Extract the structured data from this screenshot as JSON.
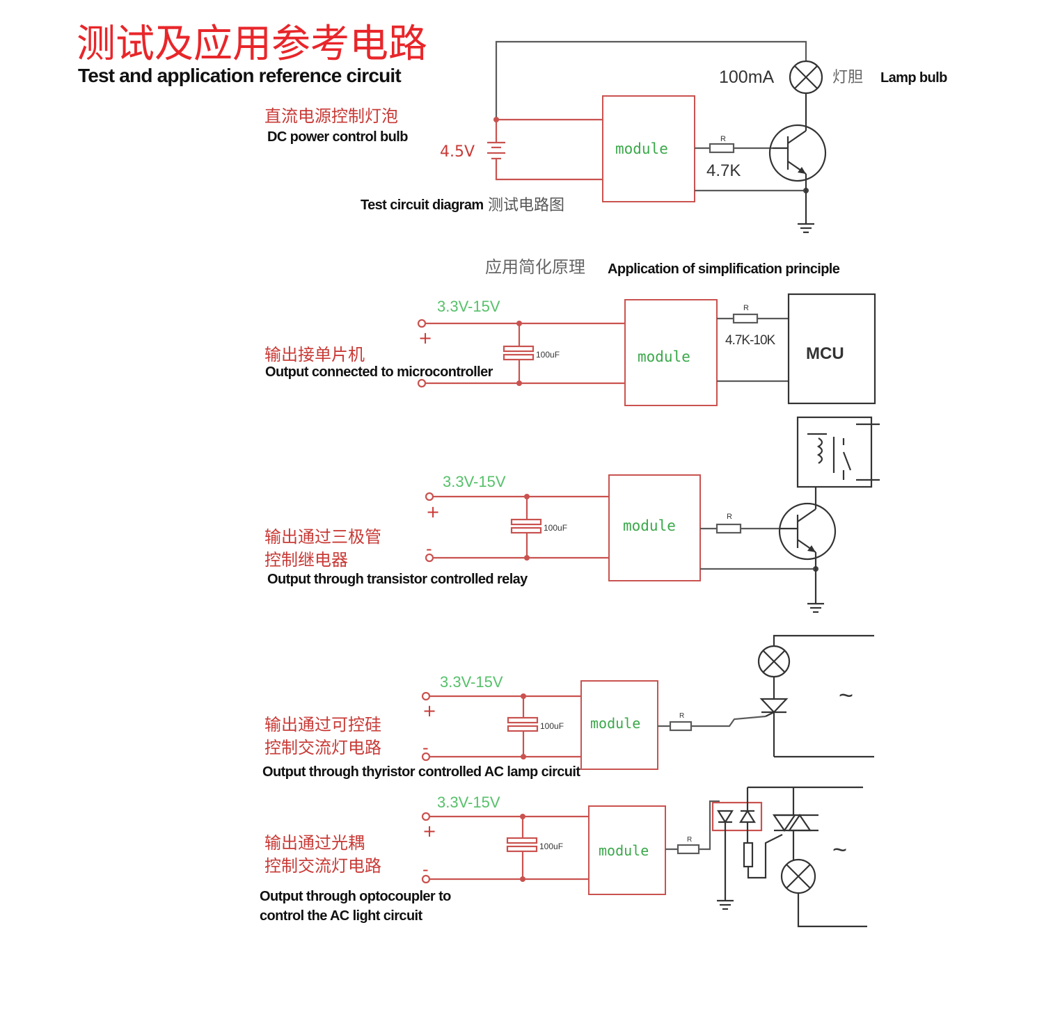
{
  "header": {
    "title_cn": "测试及应用参考电路",
    "title_en": "Test and application reference circuit"
  },
  "test_circuit": {
    "desc_cn": "直流电源控制灯泡",
    "desc_en": "DC power control bulb",
    "battery_label": "4.5V",
    "module_label": "module",
    "resistor_symbol": "R",
    "resistor_value": "4.7K",
    "lamp_current": "100mA",
    "lamp_cn": "灯胆",
    "lamp_en": "Lamp bulb",
    "caption_en": "Test circuit diagram",
    "caption_cn": "测试电路图"
  },
  "application": {
    "heading_cn": "应用简化原理",
    "heading_en": "Application of simplification principle"
  },
  "circuits": [
    {
      "desc_cn_1": "输出接单片机",
      "desc_en": "Output connected to microcontroller",
      "voltage": "3.3V-15V",
      "cap": "100uF",
      "module_label": "module",
      "resistor_symbol": "R",
      "resistor_value": "4.7K-10K",
      "mcu_label": "MCU",
      "plus": "+"
    },
    {
      "desc_cn_1": "输出通过三极管",
      "desc_cn_2": "控制继电器",
      "desc_en": "Output through transistor controlled relay",
      "voltage": "3.3V-15V",
      "cap": "100uF",
      "module_label": "module",
      "resistor_symbol": "R",
      "plus": "+",
      "minus": "-"
    },
    {
      "desc_cn_1": "输出通过可控硅",
      "desc_cn_2": "控制交流灯电路",
      "desc_en": "Output through thyristor controlled AC lamp circuit",
      "voltage": "3.3V-15V",
      "cap": "100uF",
      "module_label": "module",
      "resistor_symbol": "R",
      "ac_symbol": "~",
      "plus": "+",
      "minus": "-"
    },
    {
      "desc_cn_1": "输出通过光耦",
      "desc_cn_2": "控制交流灯电路",
      "desc_en_1": "Output through optocoupler to",
      "desc_en_2": "control the AC light circuit",
      "voltage": "3.3V-15V",
      "cap": "100uF",
      "module_label": "module",
      "resistor_symbol": "R",
      "ac_symbol": "~",
      "plus": "+",
      "minus": "-"
    }
  ],
  "colors": {
    "title_red": "#e8262a",
    "label_red": "#c83a36",
    "module_green": "#3aa84a",
    "voltage_green": "#56c06a",
    "box_outline": "#c9524f"
  }
}
